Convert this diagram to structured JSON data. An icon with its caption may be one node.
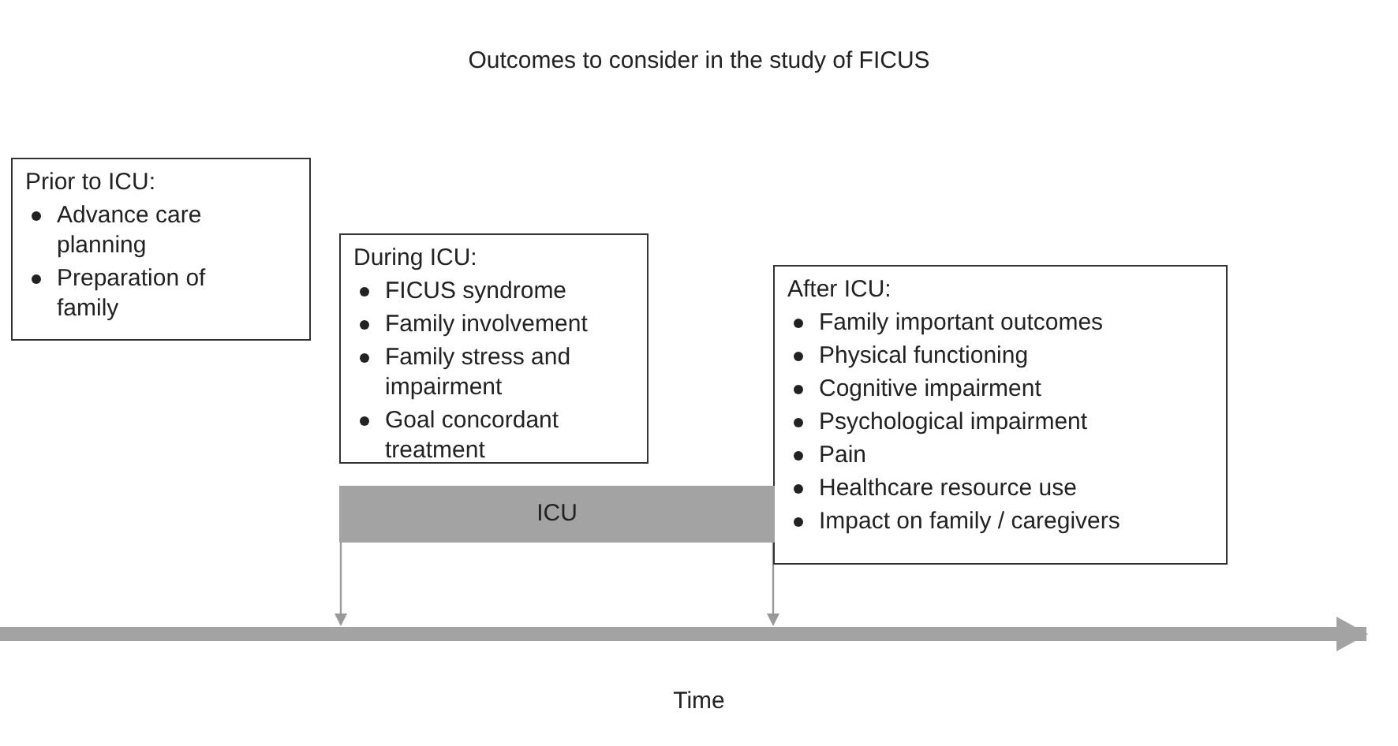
{
  "diagram": {
    "title": "Outcomes to consider in the study of FICUS",
    "nodes": [
      {
        "text": [
          "Prior to ICU:",
          "Advance care planning",
          "Preparation of family"
        ]
      },
      {
        "text": [
          "During ICU:",
          "FICUS syndrome",
          "Family involvement",
          "Family stress and impairment",
          "Goal concordant treatment"
        ]
      },
      {
        "text": [
          "After ICU:",
          "Family important outcomes",
          "Physical functioning",
          "Cognitive impairment",
          "Psychological impairment",
          "Pain",
          "Healthcare resource use",
          "Impact on family / caregivers"
        ]
      },
      {
        "text": [
          "ICU"
        ]
      }
    ],
    "edges": [
      {
        "from": 3,
        "to": null,
        "arrow": "to"
      },
      {
        "from": 3,
        "to": null,
        "arrow": "to"
      }
    ],
    "labels": [
      "Time"
    ]
  }
}
